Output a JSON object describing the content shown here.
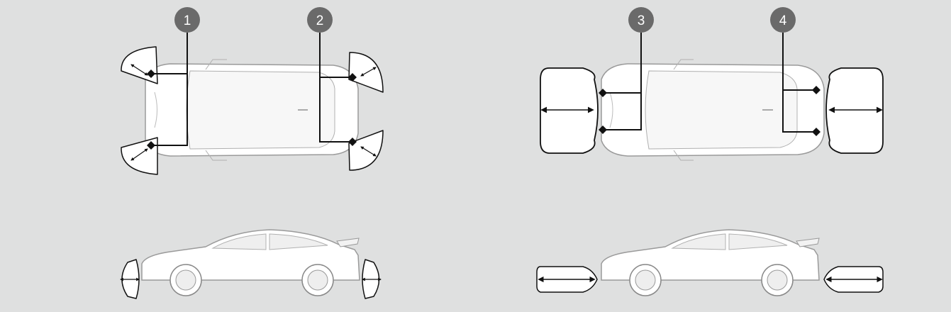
{
  "colors": {
    "background": "#dfe0e0",
    "callout_fill": "#6a6a6a",
    "callout_text": "#ffffff",
    "line": "#111111",
    "car_body": "#ffffff",
    "car_outline": "#9a9a9a",
    "zone_fill": "#ffffff",
    "zone_outline": "#111111"
  },
  "callouts": [
    {
      "id": "1",
      "label": "1"
    },
    {
      "id": "2",
      "label": "2"
    },
    {
      "id": "3",
      "label": "3"
    },
    {
      "id": "4",
      "label": "4"
    }
  ],
  "icons": [
    "callout-badge",
    "sensor-marker",
    "double-arrow",
    "car-top-view",
    "car-side-view"
  ]
}
